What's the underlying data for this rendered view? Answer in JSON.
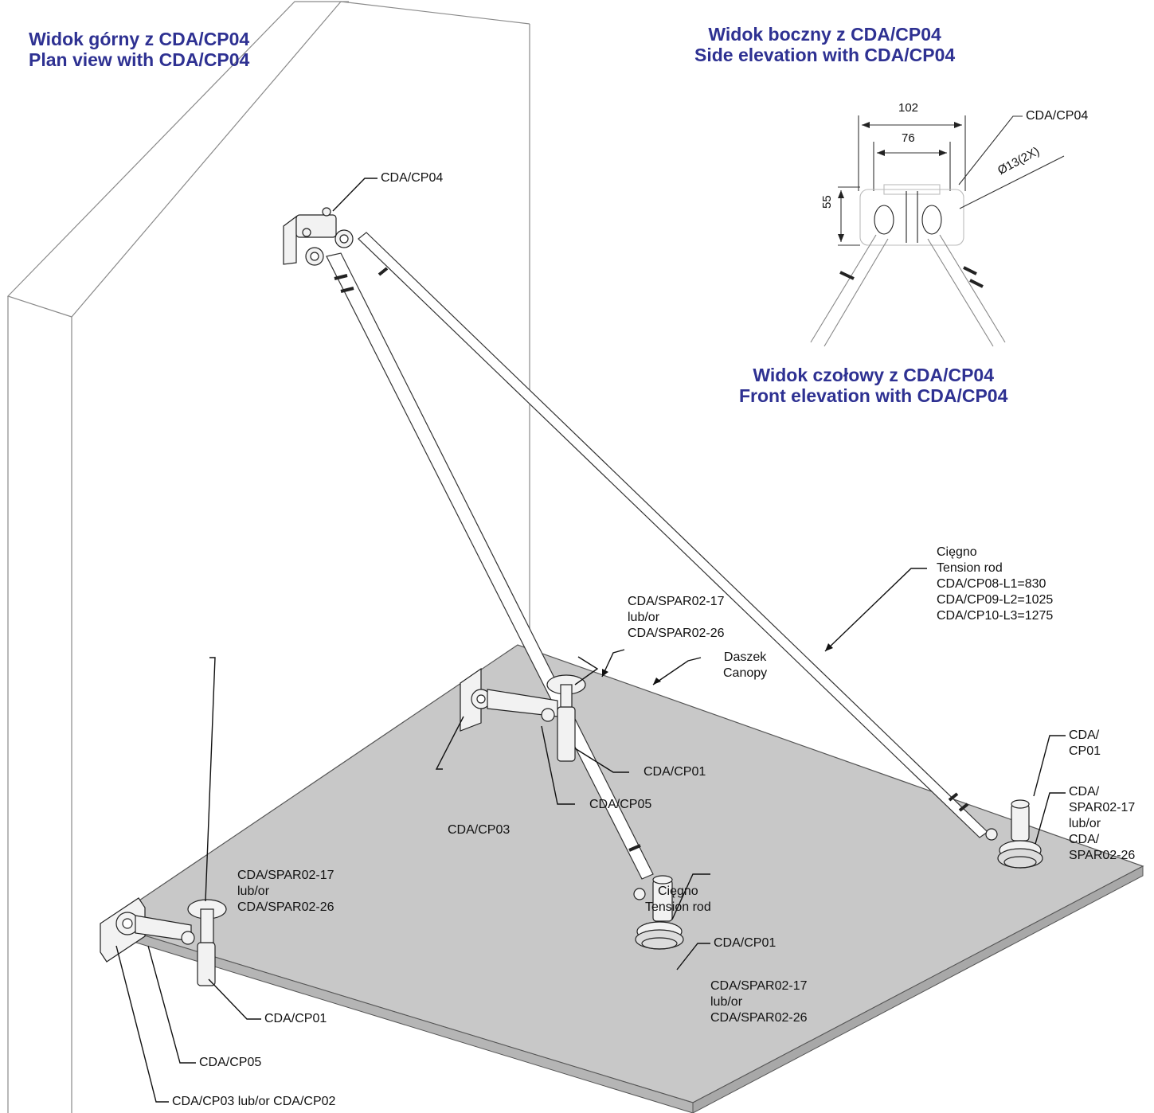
{
  "titles": {
    "plan_pl": "Widok górny z CDA/CP04",
    "plan_en": "Plan view with CDA/CP04",
    "side_pl": "Widok boczny z CDA/CP04",
    "side_en": "Side elevation with CDA/CP04",
    "front_pl": "Widok czołowy z CDA/CP04",
    "front_en": "Front elevation with CDA/CP04"
  },
  "detail": {
    "dim_overall": "102",
    "dim_inner": "76",
    "dim_height": "55",
    "dim_hole": "Ø13(2X)",
    "label_part": "CDA/CP04"
  },
  "labels": {
    "top_bracket": "CDA/CP04",
    "tension_rod_right": [
      "Cięgno",
      "Tension rod",
      "CDA/CP08-L1=830",
      "CDA/CP09-L2=1025",
      "CDA/CP10-L3=1275"
    ],
    "spar_mid": [
      "CDA/SPAR02-17",
      "lub/or",
      "CDA/SPAR02-26"
    ],
    "canopy": [
      "Daszek",
      "Canopy"
    ],
    "cp01_mid": "CDA/CP01",
    "cp05_mid": "CDA/CP05",
    "cp03_mid": "CDA/CP03",
    "cp01_right": [
      "CDA/",
      "CP01"
    ],
    "spar_right": [
      "CDA/",
      "SPAR02-17",
      "lub/or",
      "CDA/",
      "SPAR02-26"
    ],
    "spar_left": [
      "CDA/SPAR02-17",
      "lub/or",
      "CDA/SPAR02-26"
    ],
    "tension_rod_mid": [
      "Cięgno",
      "Tension rod"
    ],
    "cp01_bottom": "CDA/CP01",
    "spar_bottom": [
      "CDA/SPAR02-17",
      "lub/or",
      "CDA/SPAR02-26"
    ],
    "cp01_left": "CDA/CP01",
    "cp05_left": "CDA/CP05",
    "cp03_left": "CDA/CP03 lub/or CDA/CP02"
  },
  "colors": {
    "title": "#2e3192",
    "canopy": "#c8c8c8",
    "wall_line": "#7a7a7a",
    "ink": "#111111"
  }
}
